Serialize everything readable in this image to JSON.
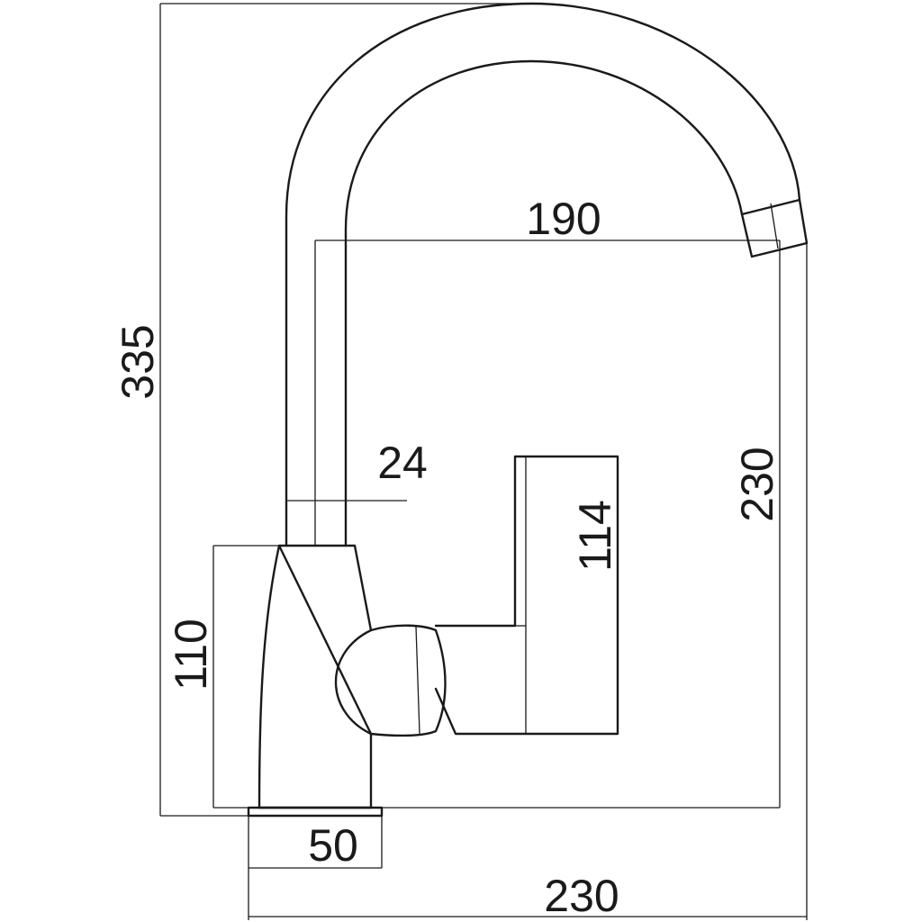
{
  "drawing": {
    "dimensions": {
      "overall_height": "335",
      "spout_reach": "190",
      "pipe_diameter": "24",
      "handle_height": "114",
      "body_height": "110",
      "spout_height": "230",
      "base_width": "50",
      "overall_width": "230"
    },
    "line_color": "#1a1a1a",
    "background": "#ffffff"
  }
}
